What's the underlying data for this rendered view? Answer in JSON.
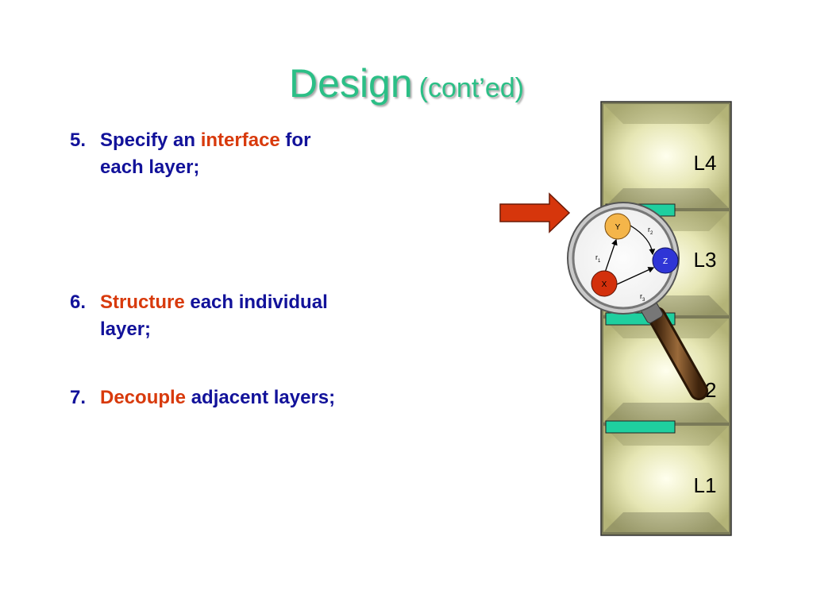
{
  "title": {
    "main": "Design",
    "sub": "(cont’ed)"
  },
  "steps": [
    {
      "num": "5.",
      "pre": "Specify an ",
      "highlight": "interface",
      "post": " for",
      "line2": "each layer;"
    },
    {
      "num": "6.",
      "pre": "",
      "highlight": "Structure",
      "post": " each individual",
      "line2": "layer;"
    },
    {
      "num": "7.",
      "pre": "",
      "highlight": "Decouple",
      "post": " adjacent layers;",
      "line2": ""
    }
  ],
  "layers": [
    "L4",
    "L3",
    "L2",
    "L1"
  ],
  "nodes": [
    "Y",
    "Z",
    "X"
  ],
  "relations": {
    "r1": "r",
    "r1_sub": "1",
    "r2": "r",
    "r2_sub": "2",
    "r3": "r",
    "r3_sub": "3"
  },
  "colors": {
    "title": "#2bbf86",
    "text": "#12129a",
    "highlight": "#d83a0c",
    "layer_bg": "#c9c98a",
    "connector": "#1fcf9f",
    "arrow": "#d6360c",
    "node_y": "#f4b54a",
    "node_z": "#2f35d6",
    "node_x": "#d3300c"
  },
  "icons": [
    "pointer-arrow-icon",
    "magnifying-glass-icon"
  ]
}
